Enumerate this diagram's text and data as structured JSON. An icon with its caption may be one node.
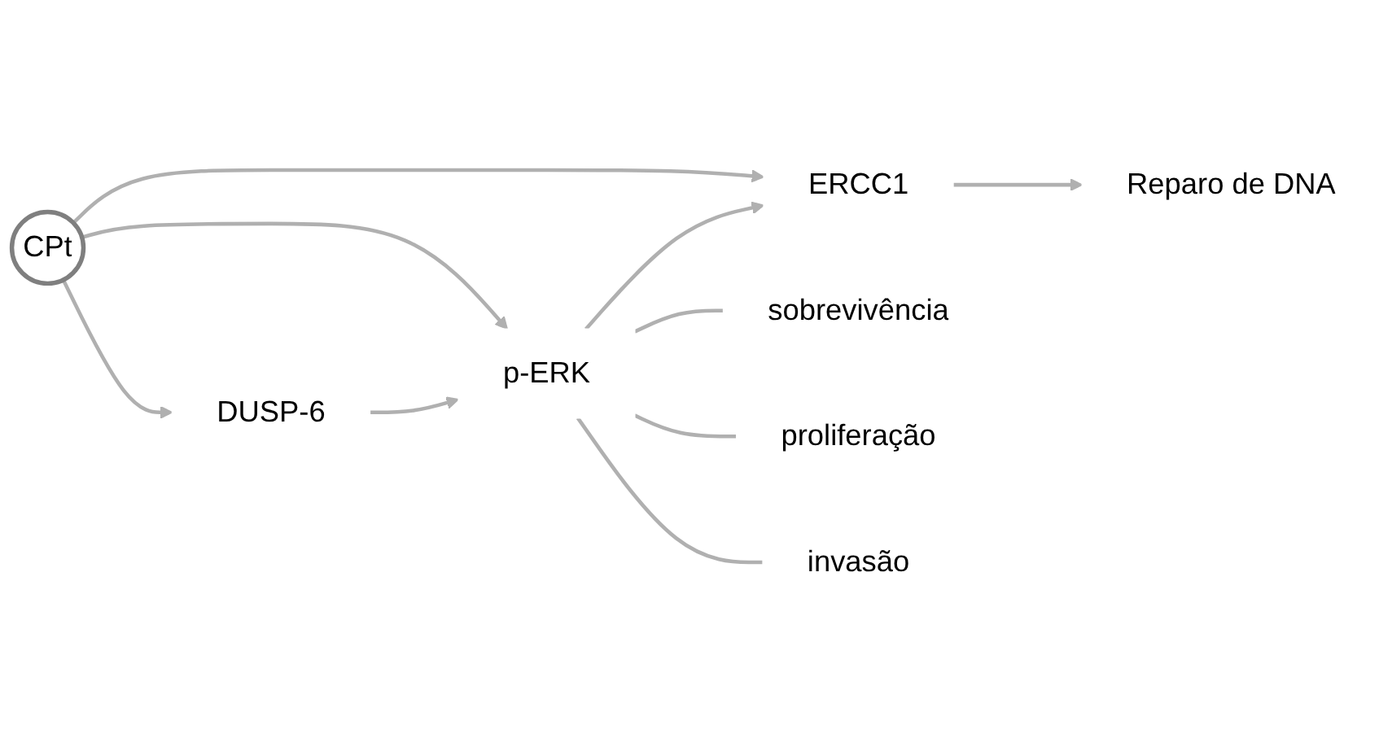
{
  "diagram": {
    "nodes": [
      {
        "text": [
          "CPt"
        ]
      },
      {
        "text": [
          "DUSP-6"
        ]
      },
      {
        "text": [
          "p-ERK"
        ]
      },
      {
        "text": [
          "ERCC1"
        ]
      },
      {
        "text": [
          "sobrevivência"
        ]
      },
      {
        "text": [
          "proliferação"
        ]
      },
      {
        "text": [
          "invasão"
        ]
      },
      {
        "text": [
          "Reparo de DNA"
        ]
      }
    ],
    "edges": [
      {
        "from": 0,
        "to": 1,
        "arrow": "to"
      },
      {
        "from": 0,
        "to": 2,
        "arrow": "to"
      },
      {
        "from": 0,
        "to": 3,
        "arrow": "to"
      },
      {
        "from": 1,
        "to": 2,
        "arrow": "to"
      },
      {
        "from": 2,
        "to": 3,
        "arrow": "to"
      },
      {
        "from": 2,
        "to": 4,
        "arrow": "none"
      },
      {
        "from": 2,
        "to": 5,
        "arrow": "none"
      },
      {
        "from": 2,
        "to": 6,
        "arrow": "none"
      },
      {
        "from": 3,
        "to": 7,
        "arrow": "to"
      }
    ]
  }
}
